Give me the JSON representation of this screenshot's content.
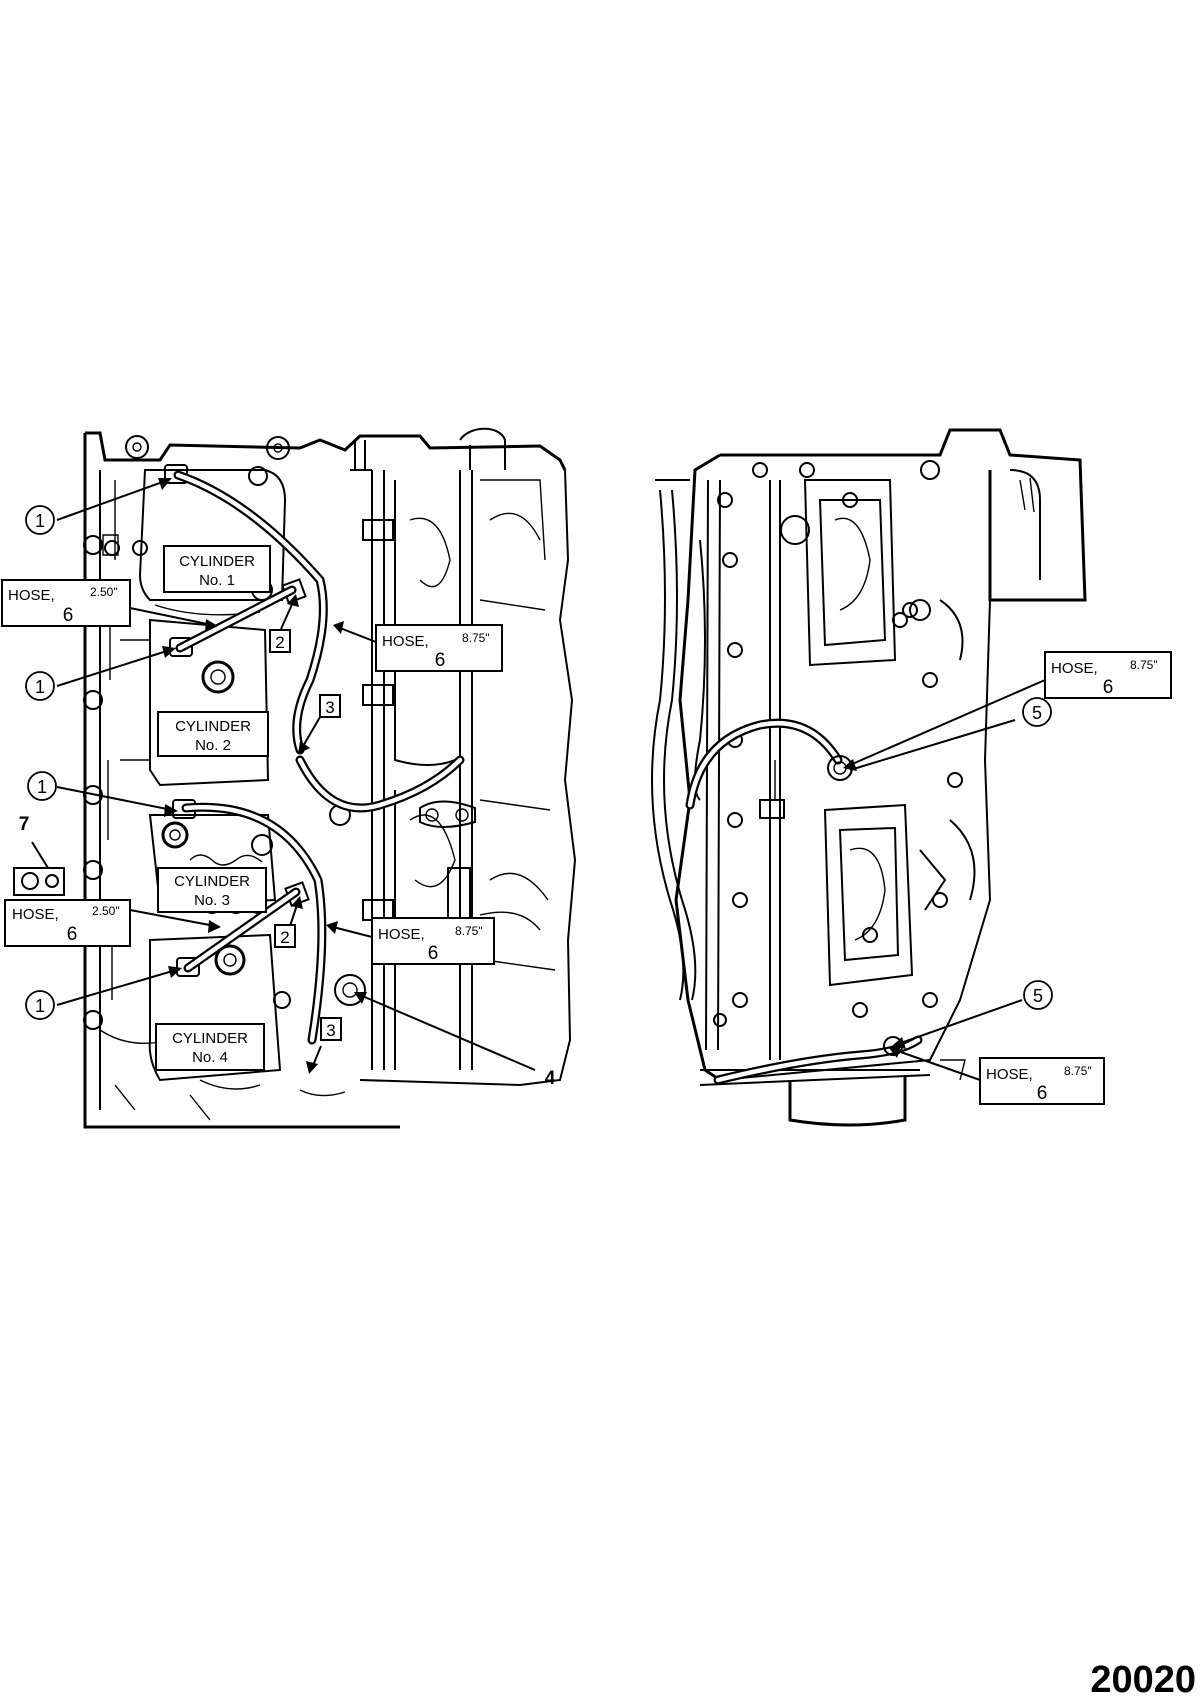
{
  "figure_number": "20020",
  "cylinder_word": "CYLINDER",
  "cylinders": [
    {
      "no": "No. 1"
    },
    {
      "no": "No. 2"
    },
    {
      "no": "No. 3"
    },
    {
      "no": "No. 4"
    }
  ],
  "hose_word": "HOSE,",
  "hose_labels": [
    {
      "length": "2.50\"",
      "ref": "6"
    },
    {
      "length": "8.75\"",
      "ref": "6"
    },
    {
      "length": "2.50\"",
      "ref": "6"
    },
    {
      "length": "8.75\"",
      "ref": "6"
    },
    {
      "length": "8.75\"",
      "ref": "6"
    },
    {
      "length": "8.75\"",
      "ref": "6"
    }
  ],
  "circled_refs": [
    "1",
    "1",
    "1",
    "1",
    "5",
    "5"
  ],
  "boxed_refs": [
    "2",
    "3",
    "2",
    "3"
  ],
  "plain_refs": [
    "7",
    "4"
  ]
}
